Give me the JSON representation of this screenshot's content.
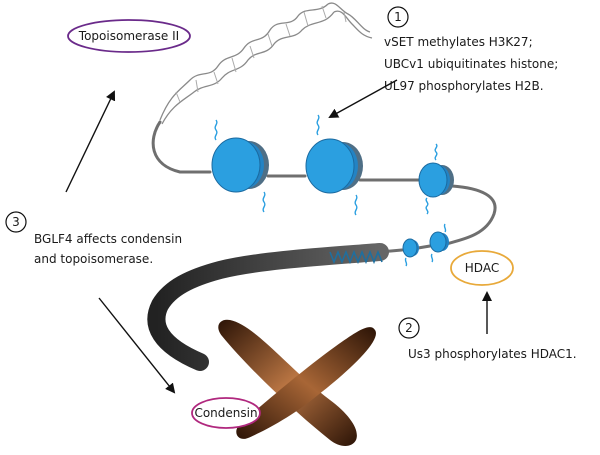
{
  "ovals": {
    "topoisomerase": "Topoisomerase II",
    "hdac": "HDAC",
    "condensin": "Condensin"
  },
  "steps": [
    {
      "number": "1",
      "lines": [
        "vSET methylates H3K27;",
        "UBCv1 ubiquitinates histone;",
        "UL97 phosphorylates H2B."
      ]
    },
    {
      "number": "2",
      "lines": [
        "Us3 phosphorylates HDAC1."
      ]
    },
    {
      "number": "3",
      "lines": [
        "BGLF4 affects condensin",
        "and topoisomerase."
      ]
    }
  ],
  "colors": {
    "nucleosome": "#2b9fe0",
    "histone_tail": "#2b9fe0",
    "dna_fiber": "#6f6f6f",
    "chromosome": "#7a4a2a",
    "topoisomerase_outline": "#6a2a8a",
    "hdac_outline": "#e8a93a",
    "condensin_outline": "#b0287e",
    "arrow": "#111111"
  }
}
